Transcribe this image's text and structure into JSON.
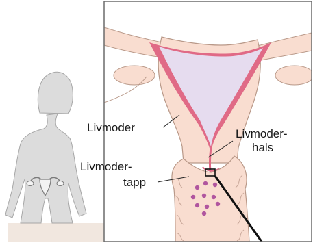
{
  "labels": {
    "uterus": "Livmoder",
    "cervix_line1": "Livmoder-",
    "cervix_line2": "hals",
    "cervix_opening_line1": "Livmoder-",
    "cervix_opening_line2": "tapp"
  },
  "colors": {
    "uterus_fill": "#f9ddd0",
    "cavity_fill": "#e6dcef",
    "lining": "#e06a86",
    "cells": "#b0559f",
    "figure_fill": "#dcdcdc",
    "floor": "#f1e7df",
    "panel_background": "#fcefe9"
  }
}
